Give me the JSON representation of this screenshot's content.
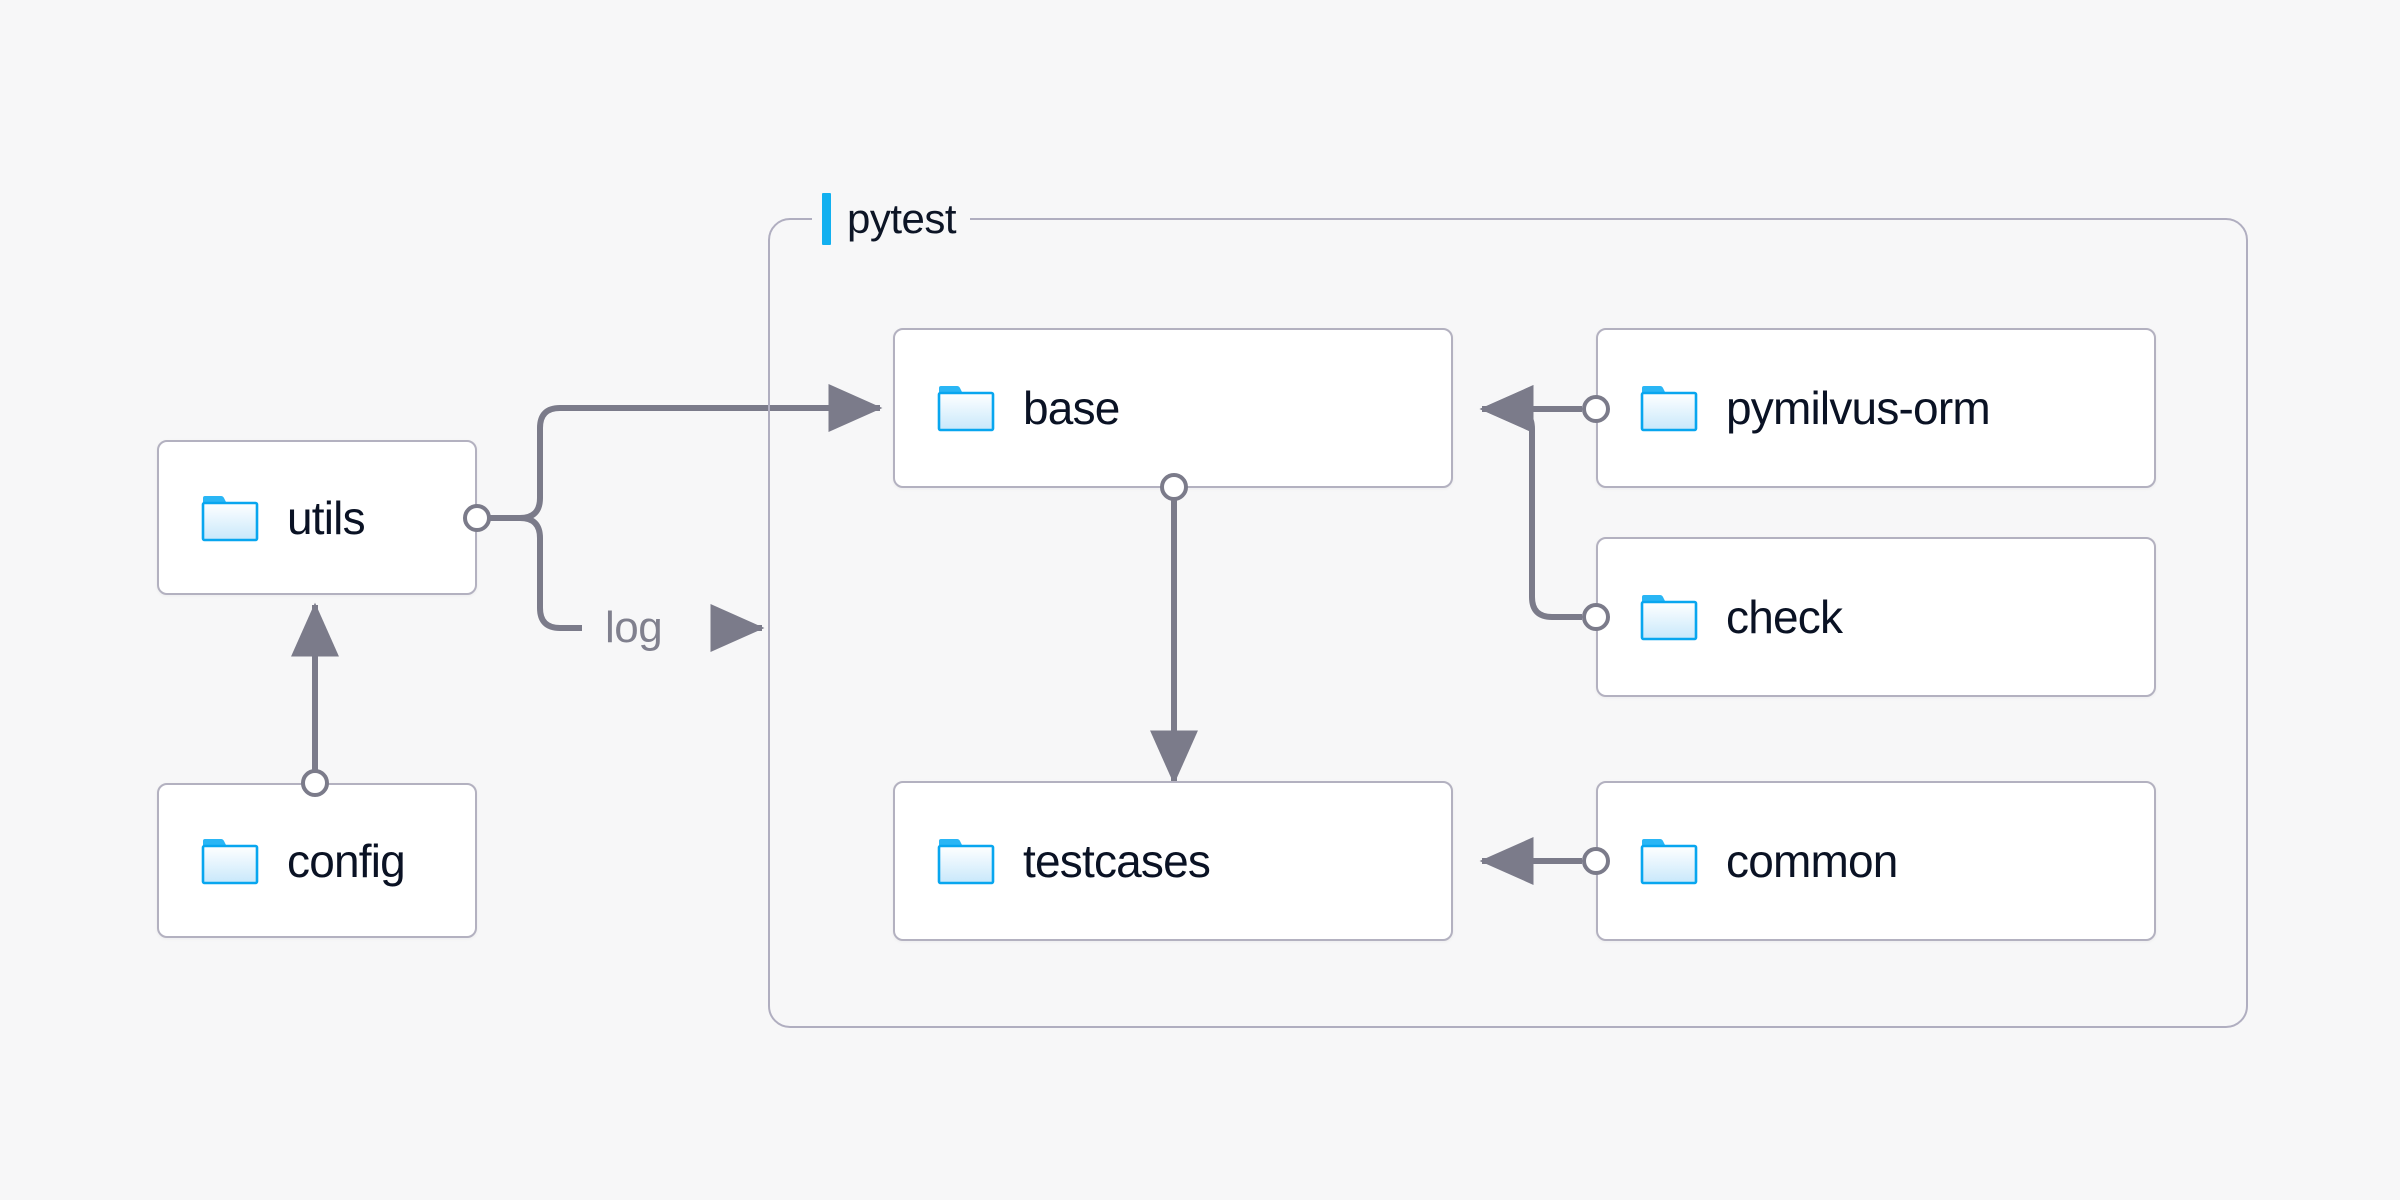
{
  "diagram": {
    "background_color": "#f7f7f8",
    "edge_color": "#7b7b8a",
    "node_border_color": "#b3b1c0",
    "node_fill_color": "#ffffff",
    "group_border_color": "#b0aec0",
    "accent_color": "#12b0f0",
    "label_color": "#0a1224",
    "edge_label_color": "#80808e",
    "icon_name": "folder-icon"
  },
  "group": {
    "label": "pytest",
    "name": "pytest-group"
  },
  "nodes": [
    {
      "id": "utils",
      "label": "utils",
      "icon": "folder-icon"
    },
    {
      "id": "config",
      "label": "config",
      "icon": "folder-icon"
    },
    {
      "id": "base",
      "label": "base",
      "icon": "folder-icon"
    },
    {
      "id": "testcases",
      "label": "testcases",
      "icon": "folder-icon"
    },
    {
      "id": "pymilvus-orm",
      "label": "pymilvus-orm",
      "icon": "folder-icon"
    },
    {
      "id": "check",
      "label": "check",
      "icon": "folder-icon"
    },
    {
      "id": "common",
      "label": "common",
      "icon": "folder-icon"
    }
  ],
  "edges": [
    {
      "from": "config",
      "to": "utils",
      "label": ""
    },
    {
      "from": "utils",
      "to": "base",
      "label": ""
    },
    {
      "from": "utils",
      "to": "pytest",
      "label": "log"
    },
    {
      "from": "base",
      "to": "testcases",
      "label": ""
    },
    {
      "from": "pymilvus-orm",
      "to": "base",
      "label": ""
    },
    {
      "from": "check",
      "to": "base",
      "label": ""
    },
    {
      "from": "common",
      "to": "testcases",
      "label": ""
    }
  ],
  "edge_labels": {
    "log": "log"
  }
}
